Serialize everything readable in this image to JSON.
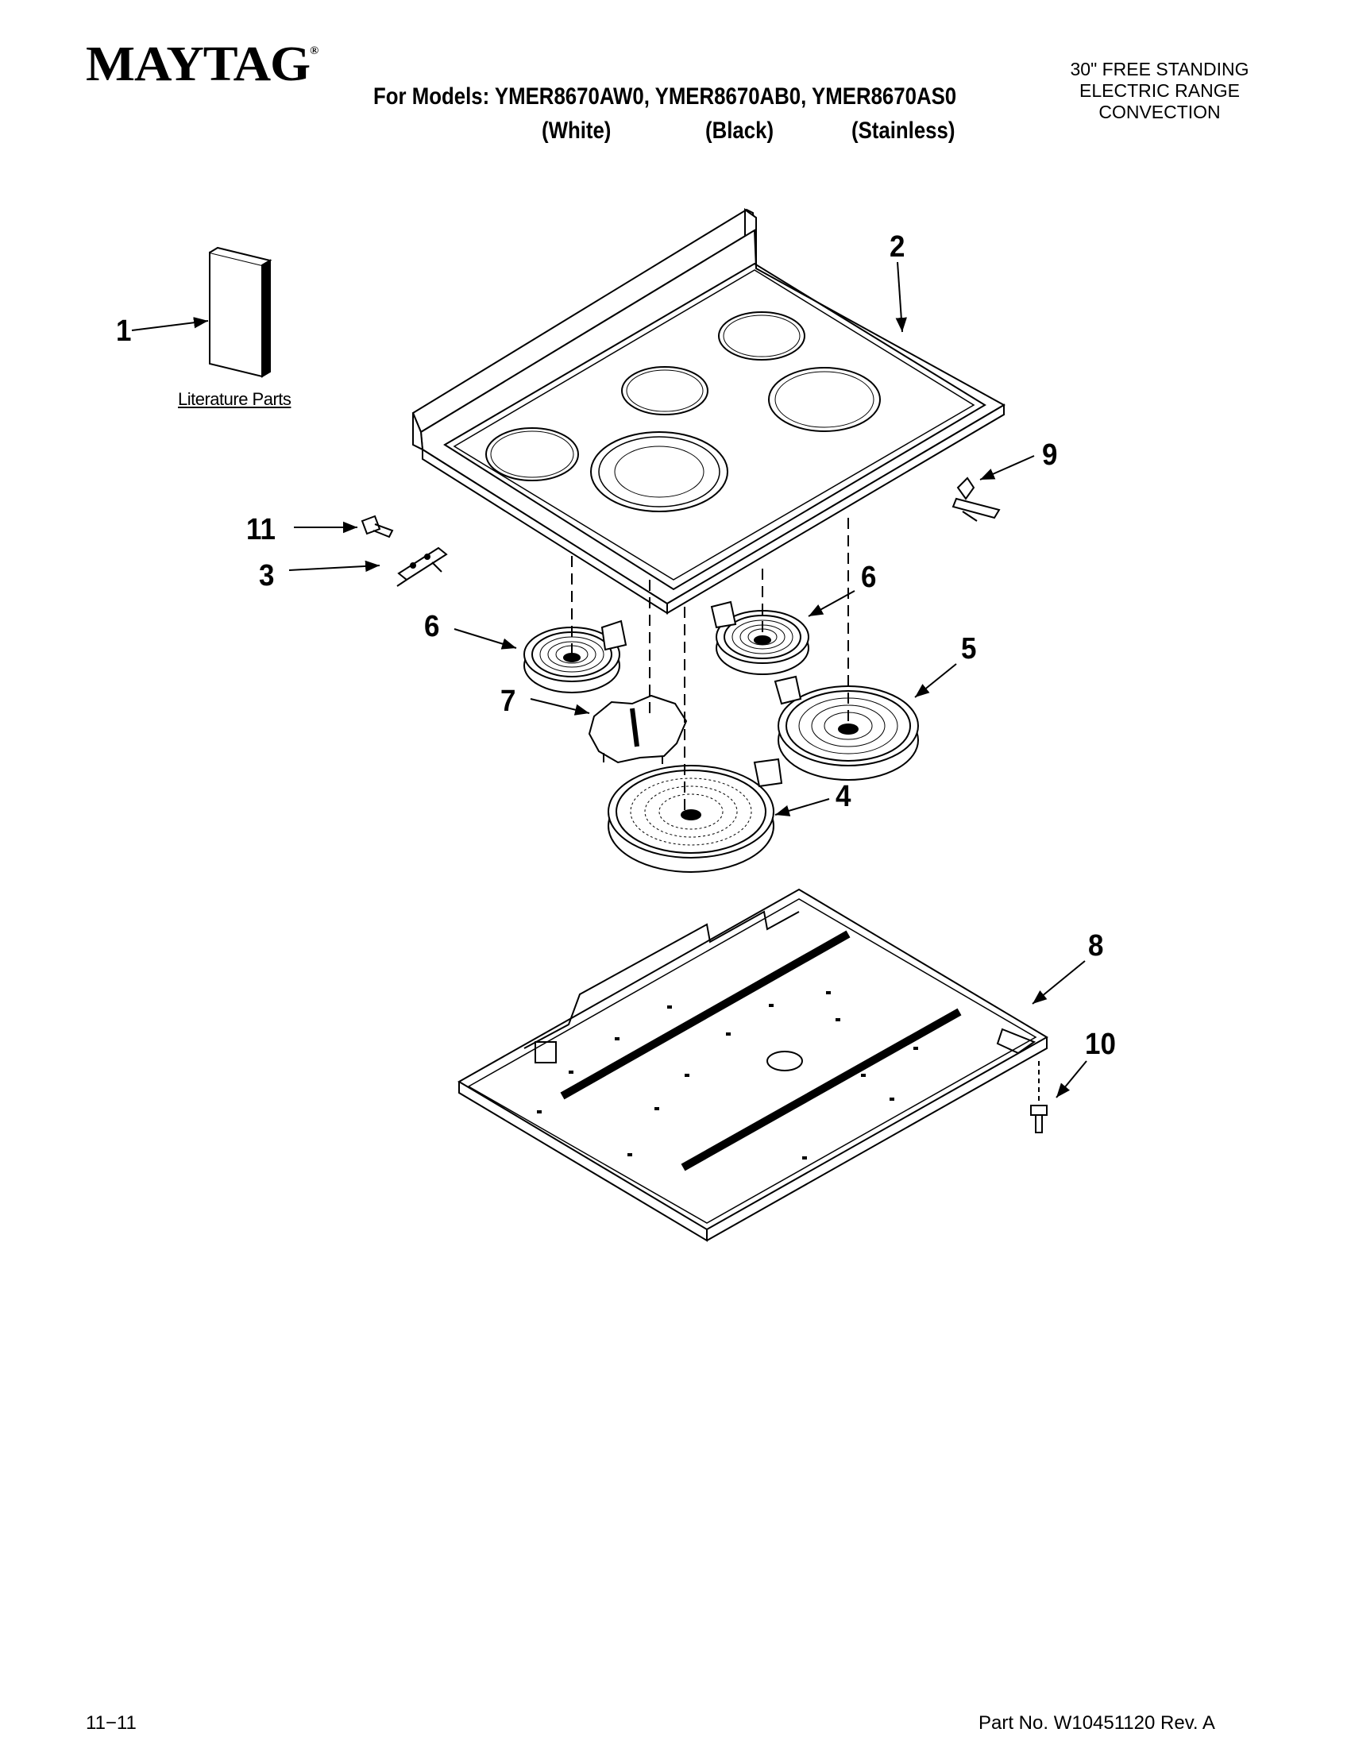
{
  "header": {
    "brand": "MAYTAG",
    "brand_mark": "®",
    "models_line": "For Models: YMER8670AW0, YMER8670AB0, YMER8670AS0",
    "colors": [
      "(White)",
      "(Black)",
      "(Stainless)"
    ],
    "description": [
      "30\" FREE STANDING",
      "ELECTRIC RANGE",
      "CONVECTION"
    ]
  },
  "diagram": {
    "literature_label": "Literature Parts",
    "callouts": [
      "1",
      "2",
      "3",
      "4",
      "5",
      "6",
      "6",
      "7",
      "8",
      "9",
      "10",
      "11"
    ],
    "parts": [
      "literature-parts",
      "cooktop",
      "bracket",
      "large-element",
      "rear-element",
      "front-element",
      "rear-small-element",
      "shield",
      "burner-box",
      "clip",
      "screw",
      "screw"
    ]
  },
  "footer": {
    "date_code": "11−11",
    "part_number": "Part No. W10451120 Rev. A"
  }
}
